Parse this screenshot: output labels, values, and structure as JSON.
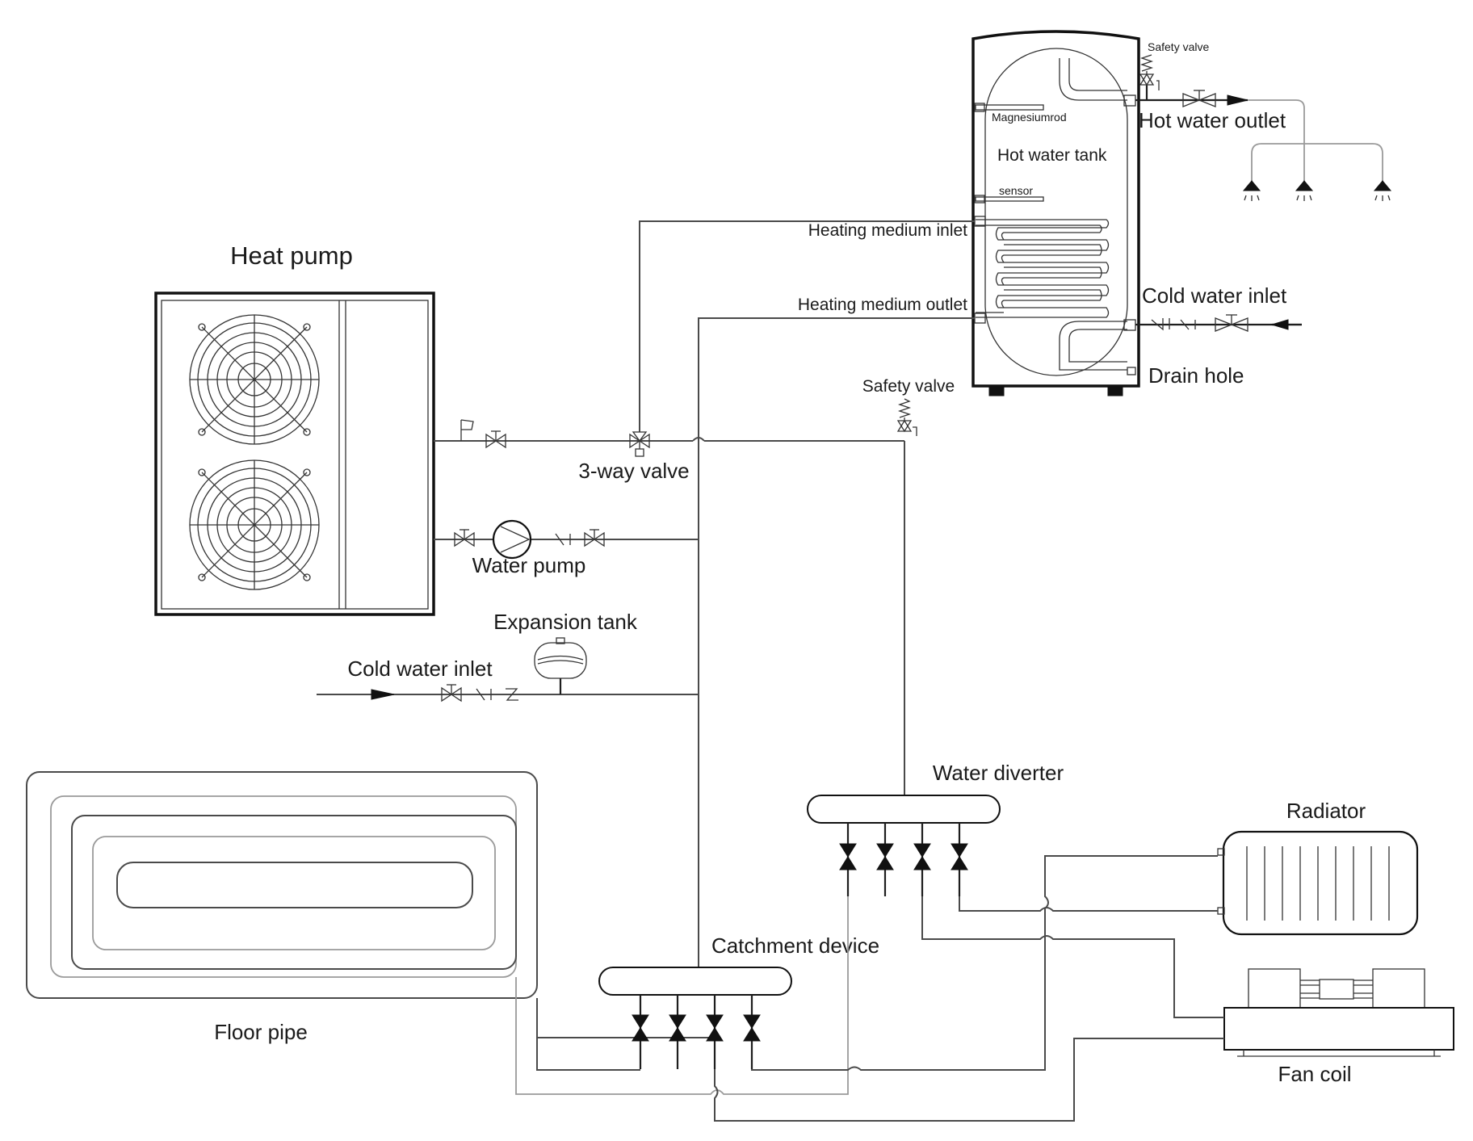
{
  "labels": {
    "heat_pump": "Heat pump",
    "hot_water_tank": "Hot water tank",
    "magnesium_rod": "Magnesiumrod",
    "sensor": "sensor",
    "safety_valve_tank": "Safety valve",
    "hot_water_outlet": "Hot water outlet",
    "heating_medium_inlet": "Heating medium  inlet",
    "heating_medium_outlet": "Heating medium  outlet",
    "cold_water_inlet_tank": "Cold water inlet",
    "drain_hole": "Drain hole",
    "safety_valve_system": "Safety valve",
    "three_way_valve": "3-way valve",
    "water_pump": "Water pump",
    "expansion_tank": "Expansion tank",
    "cold_water_inlet_system": "Cold water inlet",
    "water_diverter": "Water diverter",
    "radiator": "Radiator",
    "catchment_device": "Catchment device",
    "floor_pipe": "Floor pipe",
    "fan_coil": "Fan coil"
  },
  "colors": {
    "line": "#1e1e1e",
    "light_line": "#9a9a9a",
    "background": "#ffffff"
  }
}
